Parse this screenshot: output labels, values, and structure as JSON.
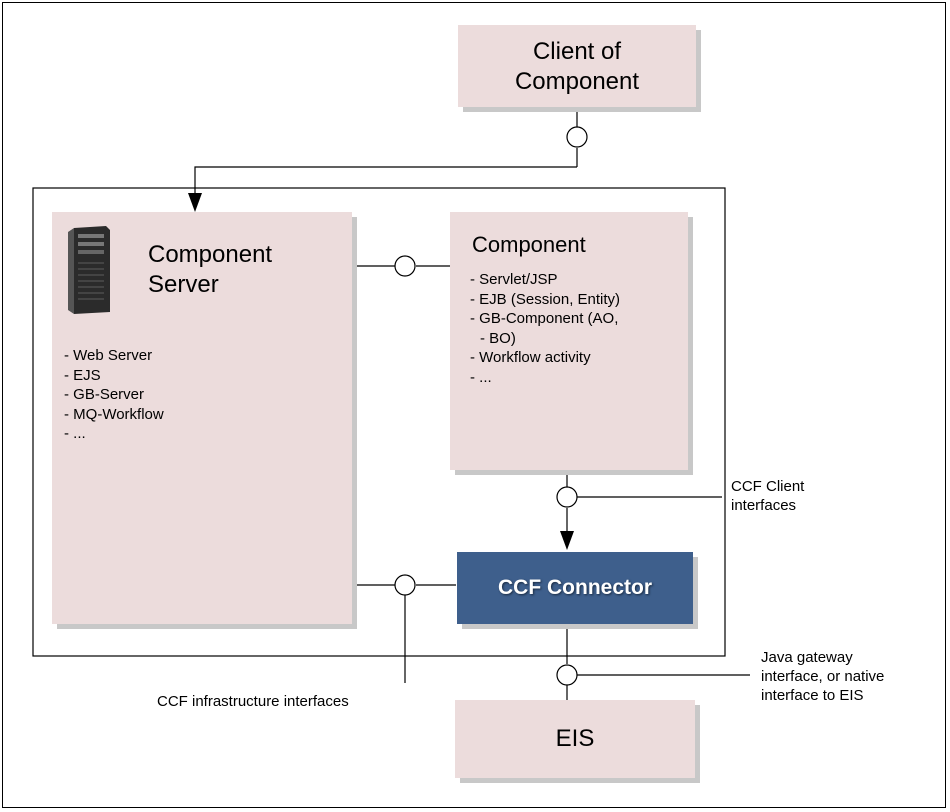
{
  "diagram": {
    "client": {
      "line1": "Client of",
      "line2": "Component"
    },
    "component_server": {
      "line1": "Component",
      "line2": "Server",
      "items": [
        "Web Server",
        "EJS",
        "GB-Server",
        "MQ-Workflow",
        " ..."
      ]
    },
    "component": {
      "title": "Component",
      "items": [
        "Servlet/JSP",
        "EJB (Session, Entity)",
        "GB-Component (AO,",
        "BO)",
        "Workflow activity",
        "..."
      ]
    },
    "connector": {
      "label": "CCF Connector"
    },
    "eis": {
      "label": "EIS"
    },
    "annotations": {
      "client_interfaces": {
        "line1": "CCF Client",
        "line2": "interfaces"
      },
      "infrastructure_interfaces": "CCF infrastructure interfaces",
      "gateway": {
        "line1": "Java gateway",
        "line2": "interface, or native",
        "line3": "interface to EIS"
      }
    }
  }
}
